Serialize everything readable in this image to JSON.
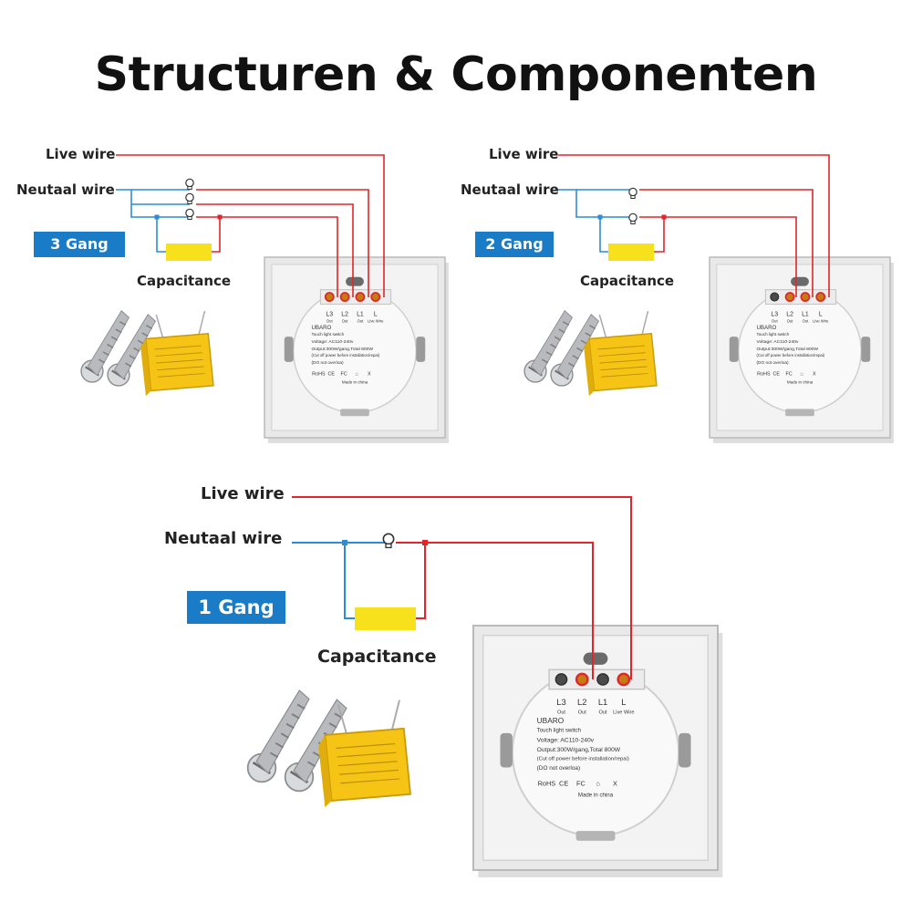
{
  "title": "Structuren & Componenten",
  "colors": {
    "live": "#e0262b",
    "neutral": "#2f8bd6",
    "badge": "#1a7cc7",
    "capacitor": "#f7e01c"
  },
  "panels": {
    "gang3": {
      "live_label": "Live wire",
      "neutral_label": "Neutaal wire",
      "badge": "3 Gang",
      "capacitance_label": "Capacitance",
      "terminals": [
        "L3",
        "L2",
        "L1",
        "L"
      ],
      "terminal_sub": [
        "Out",
        "Out",
        "Out",
        "Live Wire"
      ]
    },
    "gang2": {
      "live_label": "Live wire",
      "neutral_label": "Neutaal wire",
      "badge": "2 Gang",
      "capacitance_label": "Capacitance",
      "terminals": [
        "L3",
        "L2",
        "L1",
        "L"
      ],
      "terminal_sub": [
        "Out",
        "Out",
        "Out",
        "Live Wire"
      ]
    },
    "gang1": {
      "live_label": "Live wire",
      "neutral_label": "Neutaal wire",
      "badge": "1 Gang",
      "capacitance_label": "Capacitance",
      "terminals": [
        "L3",
        "L2",
        "L1",
        "L"
      ],
      "terminal_sub": [
        "Out",
        "Out",
        "Out",
        "Live Wire"
      ]
    }
  },
  "device_label": {
    "brand": "UBARO",
    "product": "Touch light switch",
    "voltage": "Voltage: AC110-240v",
    "output": "Output:300W/gang,Total 800W",
    "warning": "(Cut off power before installation/repai)",
    "caution": "(DO not overloa)",
    "made_in": "Made in china"
  }
}
